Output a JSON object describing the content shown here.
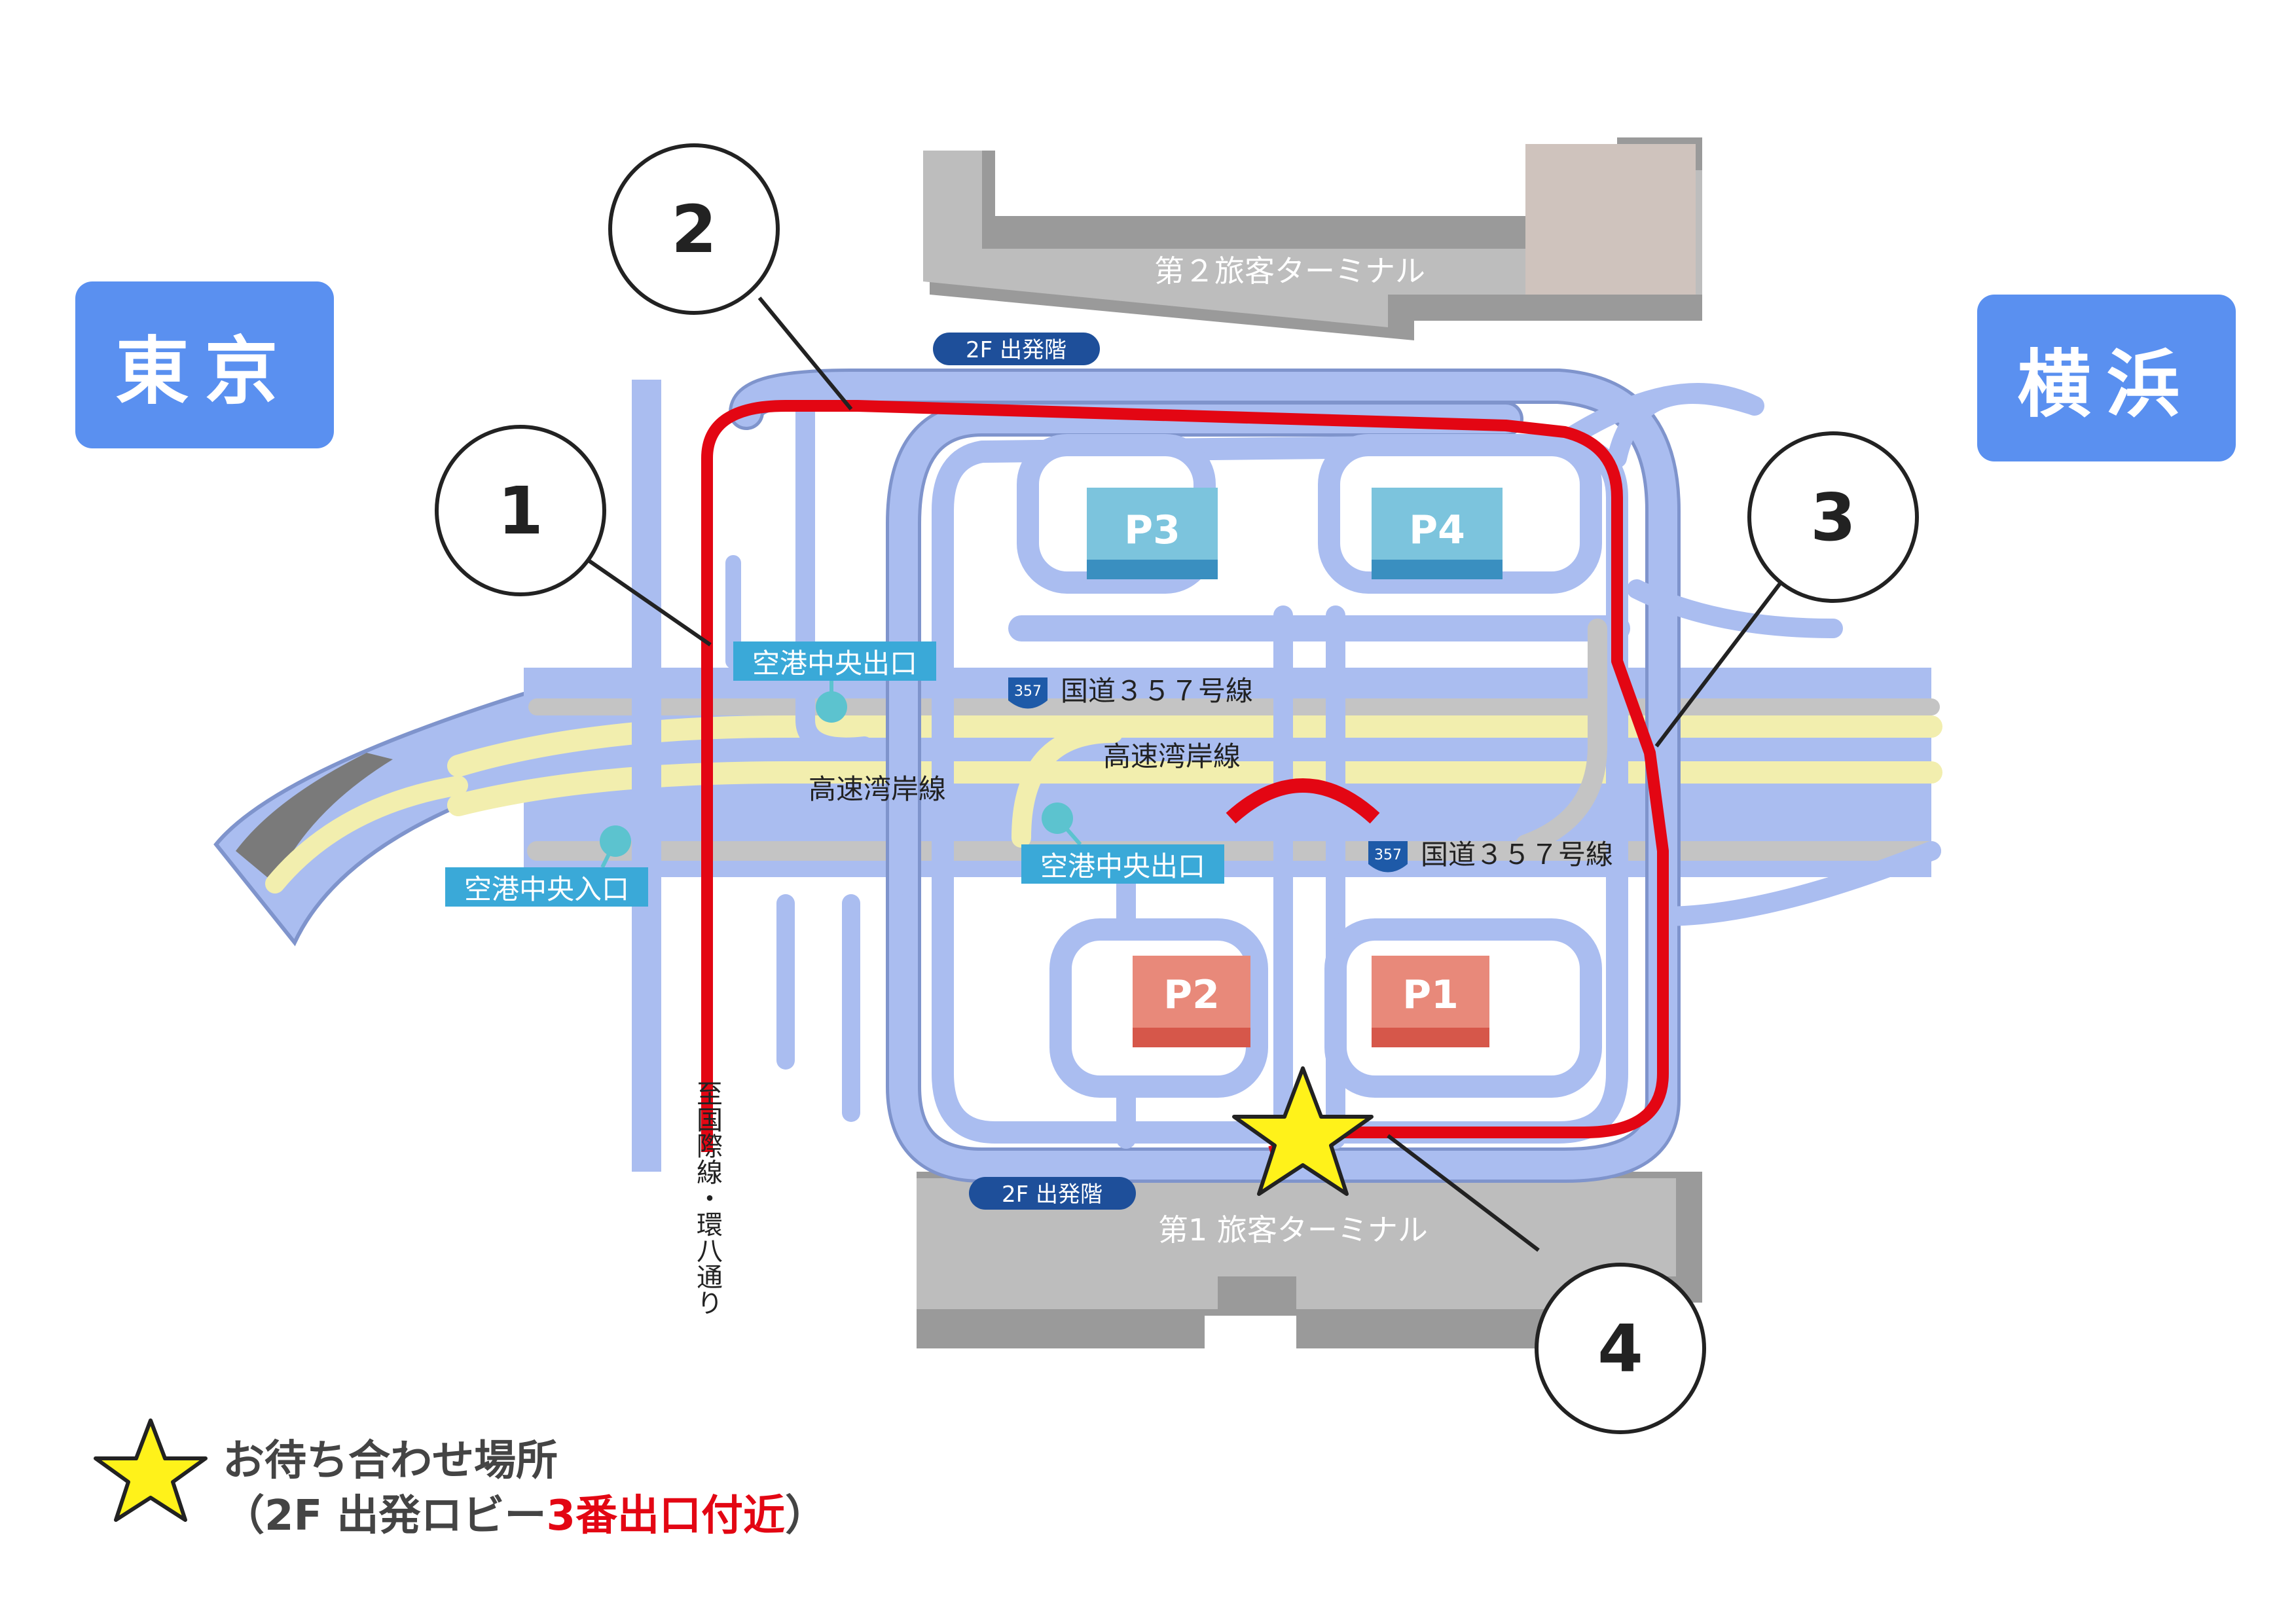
{
  "cities": {
    "left": "東京",
    "right": "横浜"
  },
  "terminals": {
    "t2": "第２旅客ターミナル",
    "t1": "第1 旅客ターミナル"
  },
  "departure_floor_badge": "2F 出発階",
  "route_markers": [
    "1",
    "2",
    "3",
    "4"
  ],
  "parking": {
    "p1": "P1",
    "p2": "P2",
    "p3": "P3",
    "p4": "P4"
  },
  "road_labels": {
    "exit_airport_center": "空港中央出口",
    "entrance_airport_center": "空港中央入口",
    "bayshore_expressway": "高速湾岸線",
    "national_route": "国道３５７号線",
    "route_shield": "357",
    "to_international": "至国際線・環八通り"
  },
  "legend": {
    "title": "お待ち合わせ場所",
    "open_paren": "（",
    "floor_text": "2F 出発ロビー",
    "exit_text": "3番出口付近",
    "close_paren": "）"
  },
  "colors": {
    "route": "#e30613",
    "road": "#aabdf0",
    "expressway": "#f2eeae",
    "city_box": "#5a90f0",
    "p_top": "#7cc4dd",
    "p_bottom": "#e8897a",
    "star": "#fff21a"
  }
}
